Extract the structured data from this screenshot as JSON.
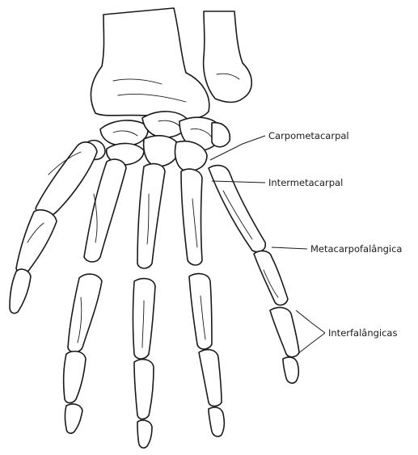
{
  "labels": {
    "carpometacarpal": "Carpometacarpal",
    "intermetacarpal": "Intermetacarpal",
    "metacarpofalangica": "Metacarpofalângica",
    "interfalangicas": "Interfalângicas"
  },
  "colors": {
    "ink": "#1a1a1a",
    "background": "#ffffff"
  }
}
